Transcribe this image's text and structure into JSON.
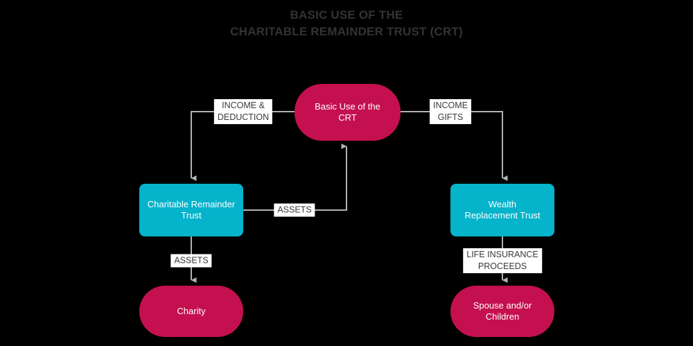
{
  "title": {
    "text": "BASIC USE OF THE\nCHARITABLE REMAINDER TRUST (CRT)",
    "color": "#333333"
  },
  "colors": {
    "background": "#000000",
    "crimson": "#c4104f",
    "teal": "#05b3cb",
    "edge": "#b3b3b3",
    "label_background": "#ffffff",
    "label_text": "#3a3a3a",
    "node_text": "#ffffff"
  },
  "nodes": [
    {
      "id": "crt",
      "label": "Basic Use of the\nCRT",
      "shape": "pill",
      "color": "#c4104f"
    },
    {
      "id": "crtrust",
      "label": "Charitable Remainder\nTrust",
      "shape": "rounded",
      "color": "#05b3cb"
    },
    {
      "id": "wrt",
      "label": "Wealth\nReplacement Trust",
      "shape": "rounded",
      "color": "#05b3cb"
    },
    {
      "id": "charity",
      "label": "Charity",
      "shape": "pill",
      "color": "#c4104f"
    },
    {
      "id": "spouse",
      "label": "Spouse and/or\nChildren",
      "shape": "pill",
      "color": "#c4104f"
    }
  ],
  "edges": [
    {
      "id": "crt-to-crtrust",
      "from": "crt",
      "to": "crtrust",
      "label": "INCOME &\nDEDUCTION"
    },
    {
      "id": "crt-to-wrt",
      "from": "crt",
      "to": "wrt",
      "label": "INCOME\nGIFTS"
    },
    {
      "id": "crtrust-to-crt",
      "from": "crtrust",
      "to": "crt",
      "label": "ASSETS"
    },
    {
      "id": "crtrust-to-charity",
      "from": "crtrust",
      "to": "charity",
      "label": "ASSETS"
    },
    {
      "id": "wrt-to-spouse",
      "from": "wrt",
      "to": "spouse",
      "label": "LIFE INSURANCE\nPROCEEDS"
    }
  ]
}
